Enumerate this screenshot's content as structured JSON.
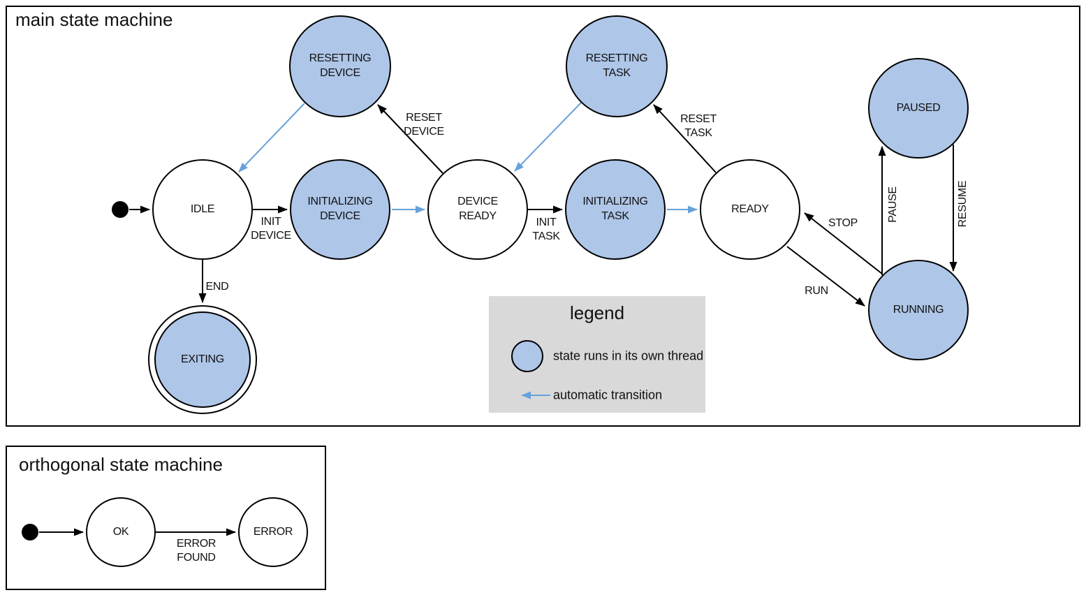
{
  "colors": {
    "outline": "#000000",
    "thread_fill": "#aec6e8",
    "state_fill": "#ffffff",
    "auto_arrow": "#67a1d9",
    "legend_bg": "#d9d9d9"
  },
  "main": {
    "title": "main state machine",
    "states": [
      {
        "id": "idle",
        "label": "IDLE",
        "threaded": false
      },
      {
        "id": "resetting-device",
        "label": "RESETTING\nDEVICE",
        "threaded": true
      },
      {
        "id": "initializing-device",
        "label": "INITIALIZING\nDEVICE",
        "threaded": true
      },
      {
        "id": "device-ready",
        "label": "DEVICE\nREADY",
        "threaded": false
      },
      {
        "id": "resetting-task",
        "label": "RESETTING\nTASK",
        "threaded": true
      },
      {
        "id": "initializing-task",
        "label": "INITIALIZING\nTASK",
        "threaded": true
      },
      {
        "id": "ready",
        "label": "READY",
        "threaded": false
      },
      {
        "id": "paused",
        "label": "PAUSED",
        "threaded": true
      },
      {
        "id": "running",
        "label": "RUNNING",
        "threaded": true
      },
      {
        "id": "exiting",
        "label": "EXITING",
        "threaded": true,
        "final": true
      }
    ],
    "transitions": [
      {
        "from": "initial",
        "to": "idle",
        "label": "",
        "type": "event"
      },
      {
        "from": "idle",
        "to": "initializing-device",
        "label": "INIT\nDEVICE",
        "type": "event"
      },
      {
        "from": "initializing-device",
        "to": "device-ready",
        "label": "",
        "type": "automatic"
      },
      {
        "from": "device-ready",
        "to": "resetting-device",
        "label": "RESET\nDEVICE",
        "type": "event"
      },
      {
        "from": "resetting-device",
        "to": "idle",
        "label": "",
        "type": "automatic"
      },
      {
        "from": "device-ready",
        "to": "initializing-task",
        "label": "INIT\nTASK",
        "type": "event"
      },
      {
        "from": "initializing-task",
        "to": "ready",
        "label": "",
        "type": "automatic"
      },
      {
        "from": "ready",
        "to": "resetting-task",
        "label": "RESET\nTASK",
        "type": "event"
      },
      {
        "from": "resetting-task",
        "to": "device-ready",
        "label": "",
        "type": "automatic"
      },
      {
        "from": "ready",
        "to": "running",
        "label": "RUN",
        "type": "event"
      },
      {
        "from": "running",
        "to": "ready",
        "label": "STOP",
        "type": "event"
      },
      {
        "from": "running",
        "to": "paused",
        "label": "PAUSE",
        "type": "event"
      },
      {
        "from": "paused",
        "to": "running",
        "label": "RESUME",
        "type": "event"
      },
      {
        "from": "idle",
        "to": "exiting",
        "label": "END",
        "type": "event"
      }
    ]
  },
  "legend": {
    "title": "legend",
    "items": [
      {
        "symbol": "threaded-state-circle",
        "label": "state runs in its own thread"
      },
      {
        "symbol": "automatic-transition-arrow",
        "label": "automatic transition"
      }
    ]
  },
  "ortho": {
    "title": "orthogonal state machine",
    "states": [
      {
        "id": "ok",
        "label": "OK",
        "threaded": false
      },
      {
        "id": "error",
        "label": "ERROR",
        "threaded": false
      }
    ],
    "transitions": [
      {
        "from": "initial",
        "to": "ok",
        "label": "",
        "type": "event"
      },
      {
        "from": "ok",
        "to": "error",
        "label": "ERROR\nFOUND",
        "type": "event"
      }
    ]
  }
}
